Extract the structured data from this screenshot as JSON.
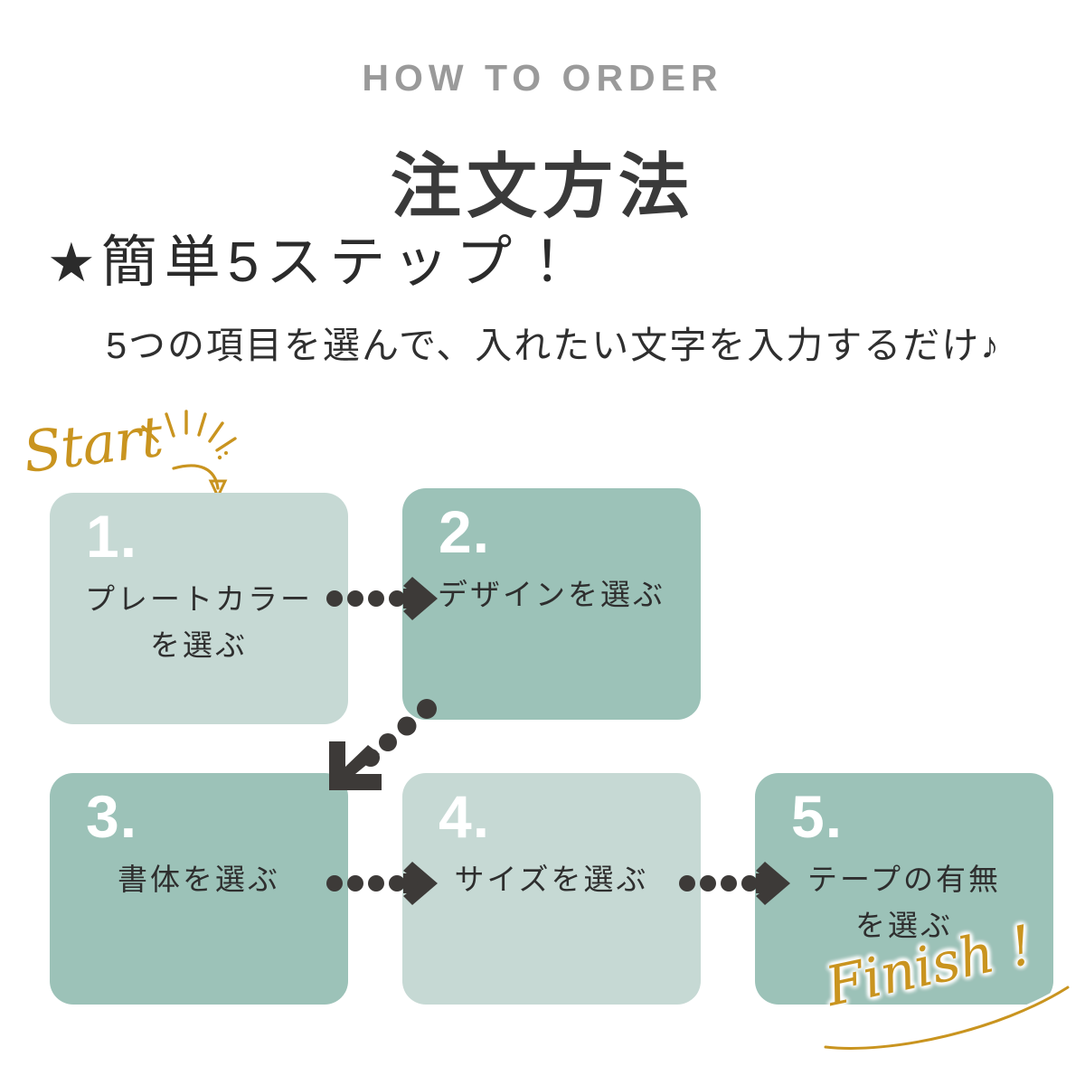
{
  "header": {
    "eyebrow": "HOW TO ORDER",
    "title": "注文方法"
  },
  "lead": {
    "star_icon": "★",
    "headline": "簡単5ステップ！",
    "subtext": "5つの項目を選んで、入れたい文字を入力するだけ♪"
  },
  "annotations": {
    "start_label": "Start",
    "finish_label": "Finish !"
  },
  "steps": [
    {
      "number": "1.",
      "label": "プレートカラー\nを選ぶ",
      "tone": "light"
    },
    {
      "number": "2.",
      "label": "デザインを選ぶ",
      "tone": "deep"
    },
    {
      "number": "3.",
      "label": "書体を選ぶ",
      "tone": "deep"
    },
    {
      "number": "4.",
      "label": "サイズを選ぶ",
      "tone": "light"
    },
    {
      "number": "5.",
      "label": "テープの有無\nを選ぶ",
      "tone": "deep"
    }
  ],
  "colors": {
    "background": "#ffffff",
    "eyebrow_gray": "#9a9a9a",
    "title_dark": "#3a3a3a",
    "card_light": "#c6d9d4",
    "card_deep": "#9cc2b8",
    "arrow_dark": "#3d3a38",
    "script_gold": "#c9941f",
    "body_text": "#2e2e2e"
  }
}
